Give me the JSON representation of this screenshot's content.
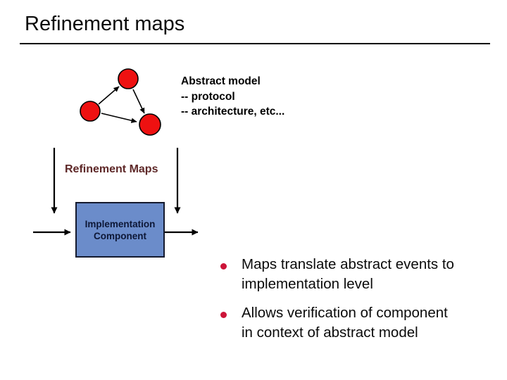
{
  "slide": {
    "title": "Refinement maps",
    "colors": {
      "background": "#ffffff",
      "title_text": "#0a0a0a",
      "divider": "#000000",
      "node_fill": "#ee1111",
      "node_border": "#000000",
      "arrow": "#000000",
      "refinement_maps_text": "#5e2828",
      "box_fill": "#6b8cca",
      "box_border": "#141a2e",
      "box_text": "#0d1736",
      "bullet_dot": "#cc1438",
      "bullet_text": "#0a0a0a"
    },
    "diagram": {
      "abstract_model": {
        "line1": "Abstract model",
        "line2": "-- protocol",
        "line3": "-- architecture, etc..."
      },
      "refinement_maps_label": "Refinement Maps",
      "implementation_box": {
        "line1": "Implementation",
        "line2": "Component"
      }
    },
    "bullets": [
      {
        "line1": "Maps translate abstract events to",
        "line2": "implementation level"
      },
      {
        "line1": "Allows verification of component",
        "line2": "in context of abstract model"
      }
    ]
  }
}
